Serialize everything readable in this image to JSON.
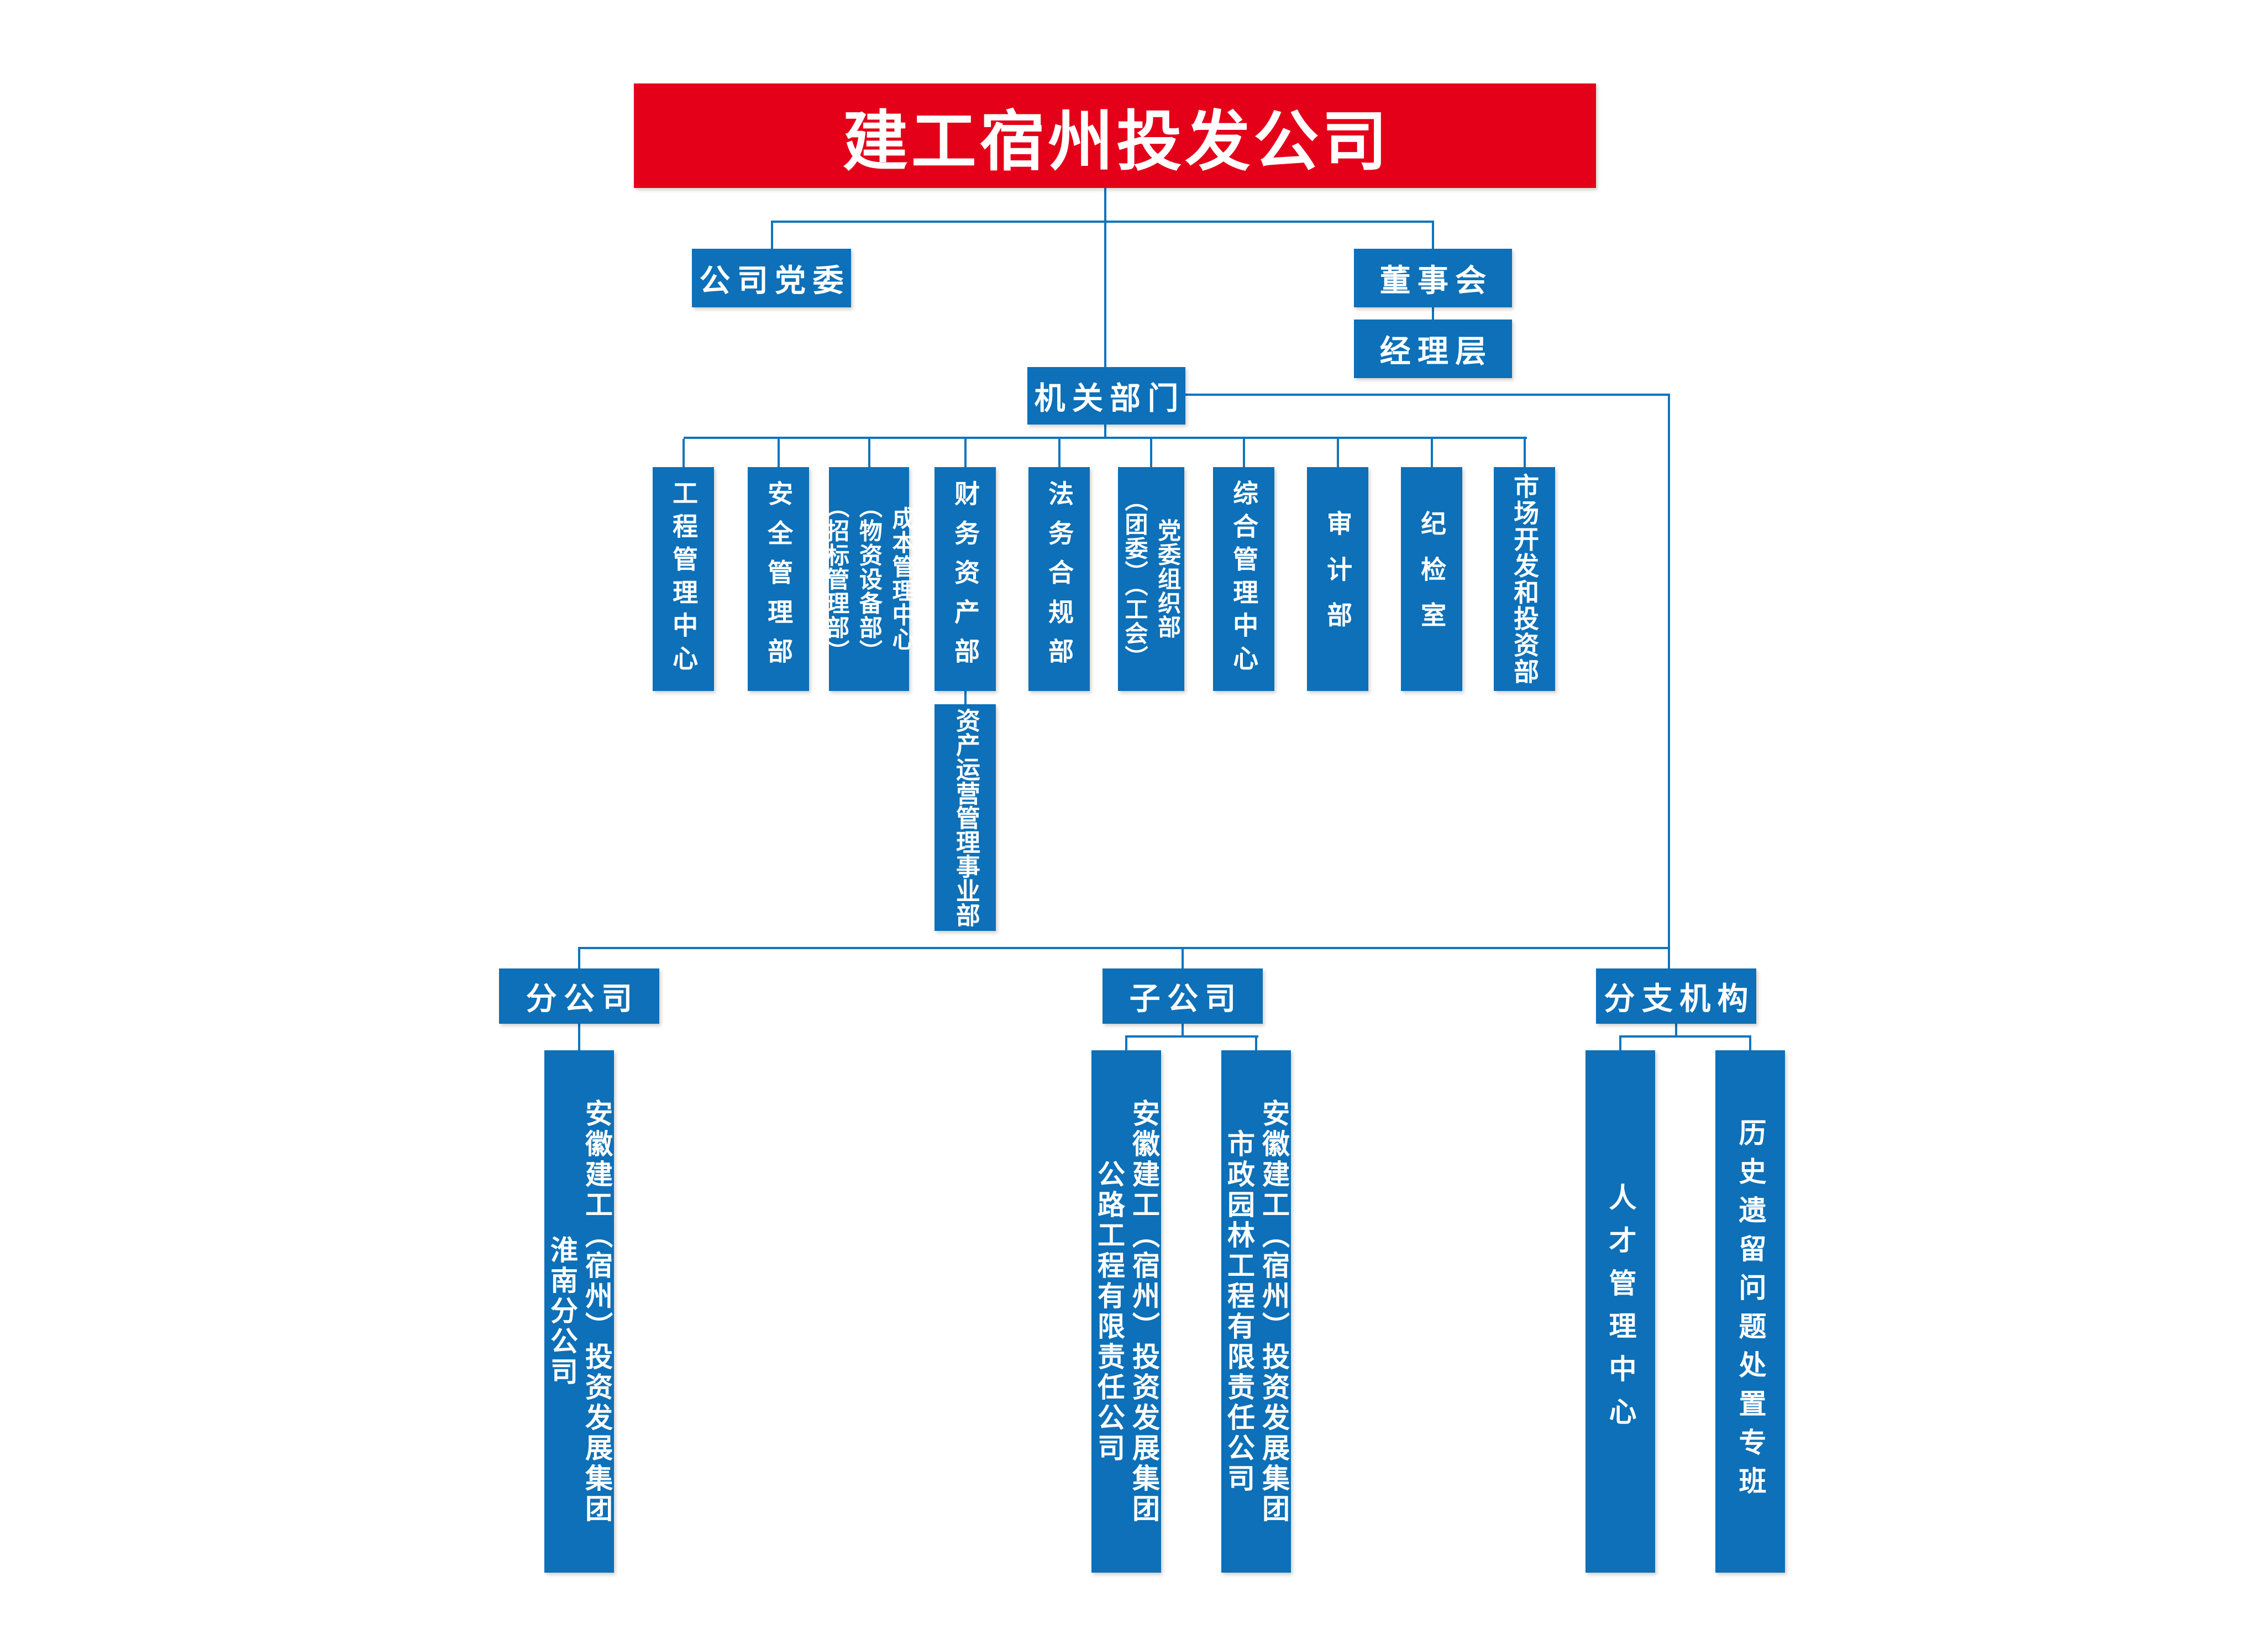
{
  "colors": {
    "box-blue": "#0d70b8",
    "line-blue": "#0f74bd",
    "header-red": "#e40019",
    "text-white": "#ffffff"
  },
  "root": {
    "title": "建工宿州投发公司"
  },
  "level2": {
    "party_committee": {
      "label": "公司党委"
    },
    "board_of_directors": {
      "label": "董事会"
    },
    "management_level": {
      "label": "经理层"
    }
  },
  "hq": {
    "label": "机关部门",
    "departments": [
      {
        "label": "工程管理中心"
      },
      {
        "label": "安全管理部"
      },
      {
        "label": "成本管理中心\n（物资设备部）\n（招标管理部）"
      },
      {
        "label": "财务资产部"
      },
      {
        "label": "法务合规部"
      },
      {
        "label": "党委组织部\n（团委）（工会）"
      },
      {
        "label": "综合管理中心"
      },
      {
        "label": "审计部"
      },
      {
        "label": "纪检室"
      },
      {
        "label": "市场开发和投资部"
      }
    ],
    "asset_operation": {
      "label": "资产运营管理事业部"
    }
  },
  "groups": {
    "branch_company": {
      "label": "分公司",
      "children": [
        {
          "label": "安徽建工（宿州）投资发展集团\n淮南分公司"
        }
      ]
    },
    "subsidiaries": {
      "label": "子公司",
      "children": [
        {
          "label": "安徽建工（宿州）投资发展集团\n公路工程有限责任公司"
        },
        {
          "label": "安徽建工（宿州）投资发展集团\n市政园林工程有限责任公司"
        }
      ]
    },
    "branch_institutions": {
      "label": "分支机构",
      "children": [
        {
          "label": "人才管理中心"
        },
        {
          "label": "历史遗留问题处置专班"
        }
      ]
    }
  }
}
